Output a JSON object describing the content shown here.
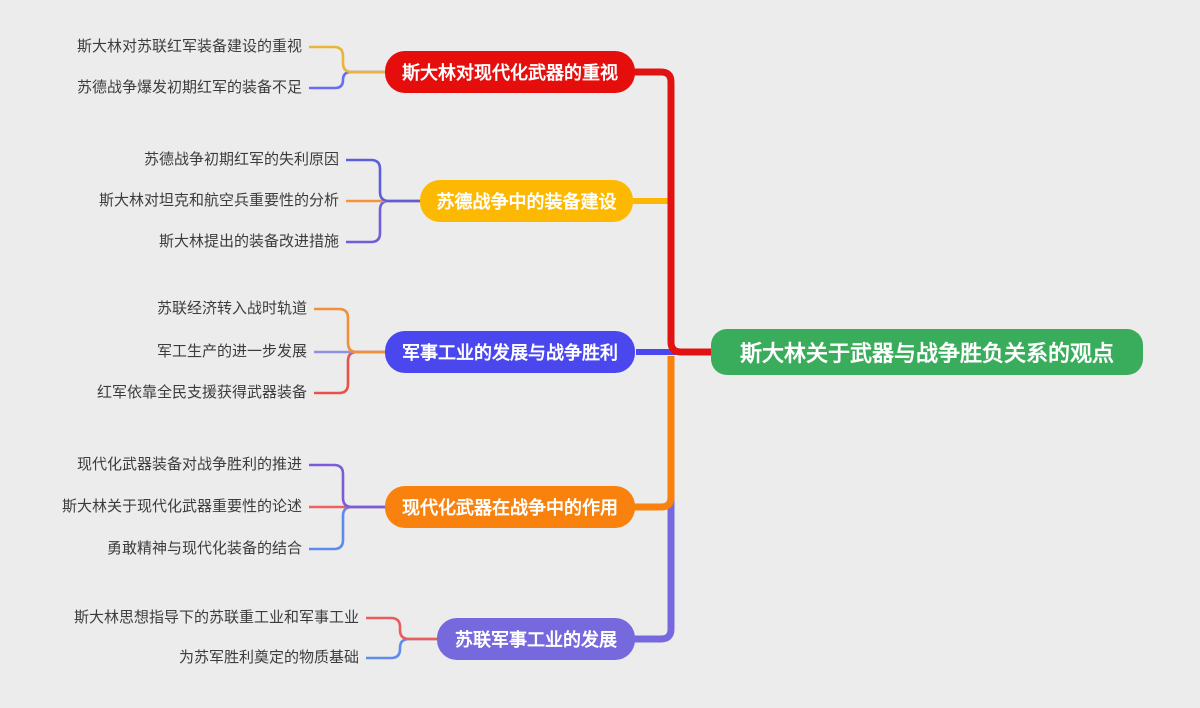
{
  "canvas": {
    "background": "#ececec"
  },
  "root": {
    "label": "斯大林关于武器与战争胜负关系的观点",
    "color": "#3aad5c",
    "text_color": "#ffffff"
  },
  "branches": [
    {
      "label": "斯大林对现代化武器的重视",
      "color": "#e60d0d",
      "connector_color": "#e11212",
      "children": [
        {
          "label": "斯大林对苏联红军装备建设的重视",
          "line_color": "#e9b43b"
        },
        {
          "label": "苏德战争爆发初期红军的装备不足",
          "line_color": "#6a6cf2"
        }
      ]
    },
    {
      "label": "苏德战争中的装备建设",
      "color": "#fdb801",
      "connector_color": "#fdb601",
      "children": [
        {
          "label": "苏德战争初期红军的失利原因",
          "line_color": "#5c5fd9"
        },
        {
          "label": "斯大林对坦克和航空兵重要性的分析",
          "line_color": "#f6923c"
        },
        {
          "label": "斯大林提出的装备改进措施",
          "line_color": "#6e5ed8"
        }
      ]
    },
    {
      "label": "军事工业的发展与战争胜利",
      "color": "#4a47ef",
      "connector_color": "#4a47ef",
      "children": [
        {
          "label": "苏联经济转入战时轨道",
          "line_color": "#f0913a"
        },
        {
          "label": "军工生产的进一步发展",
          "line_color": "#9191e2"
        },
        {
          "label": "红军依靠全民支援获得武器装备",
          "line_color": "#e9524a"
        }
      ]
    },
    {
      "label": "现代化武器在战争中的作用",
      "color": "#f8820d",
      "connector_color": "#f8820d",
      "children": [
        {
          "label": "现代化武器装备对战争胜利的推进",
          "line_color": "#7a5cd8"
        },
        {
          "label": "斯大林关于现代化武器重要性的论述",
          "line_color": "#f06060"
        },
        {
          "label": "勇敢精神与现代化装备的结合",
          "line_color": "#5b8bef"
        }
      ]
    },
    {
      "label": "苏联军事工业的发展",
      "color": "#7668dd",
      "connector_color": "#7668dd",
      "children": [
        {
          "label": "斯大林思想指导下的苏联重工业和军事工业",
          "line_color": "#e85d5d"
        },
        {
          "label": "为苏军胜利奠定的物质基础",
          "line_color": "#5f8ceb"
        }
      ]
    }
  ]
}
